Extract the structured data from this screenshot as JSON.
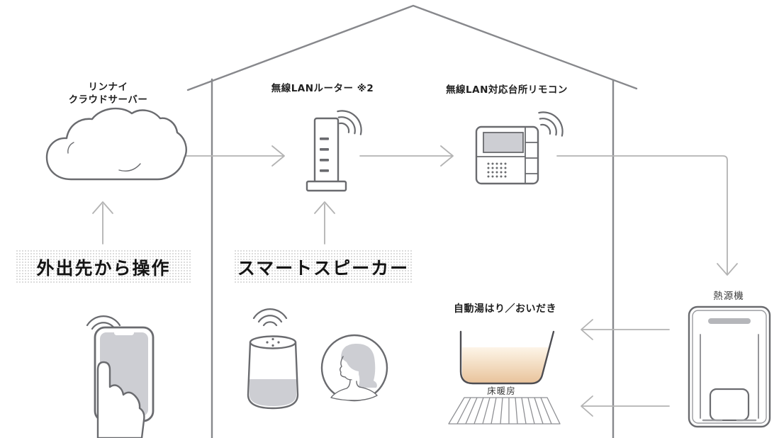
{
  "diagram": {
    "title_note": "",
    "nodes": {
      "cloud_server": {
        "label_line1": "リンナイ",
        "label_line2": "クラウドサーバー"
      },
      "router": {
        "label": "無線LANルーター ※2"
      },
      "kitchen_remote": {
        "label": "無線LAN対応台所リモコン"
      },
      "remote_operation": {
        "label": "外出先から操作"
      },
      "smart_speaker": {
        "label": "スマートスピーカー"
      },
      "bath": {
        "label": "自動湯はり／おいだき"
      },
      "floor_heating": {
        "label": "床暖房"
      },
      "heat_source": {
        "label": "熱源機"
      }
    },
    "icons": [
      "house-outline",
      "cloud-icon",
      "wifi-icon",
      "router-icon",
      "kitchen-remote-icon",
      "smartphone-icon",
      "hand-tap-icon",
      "smart-speaker-icon",
      "person-icon",
      "bathtub-icon",
      "floor-heating-icon",
      "heat-source-icon",
      "arrow-icon"
    ],
    "colors": {
      "background": "#ffffff",
      "wall_line": "#87888c",
      "arrow_line": "#b3b3b3",
      "icon_stroke": "#6a6b6f",
      "icon_fill_gray": "#cdced3",
      "water_top": "#fdf5e8",
      "water_bottom": "#e9c49c",
      "label_text": "#1f1f1f",
      "dot_bg": "#d9d9d9"
    }
  }
}
